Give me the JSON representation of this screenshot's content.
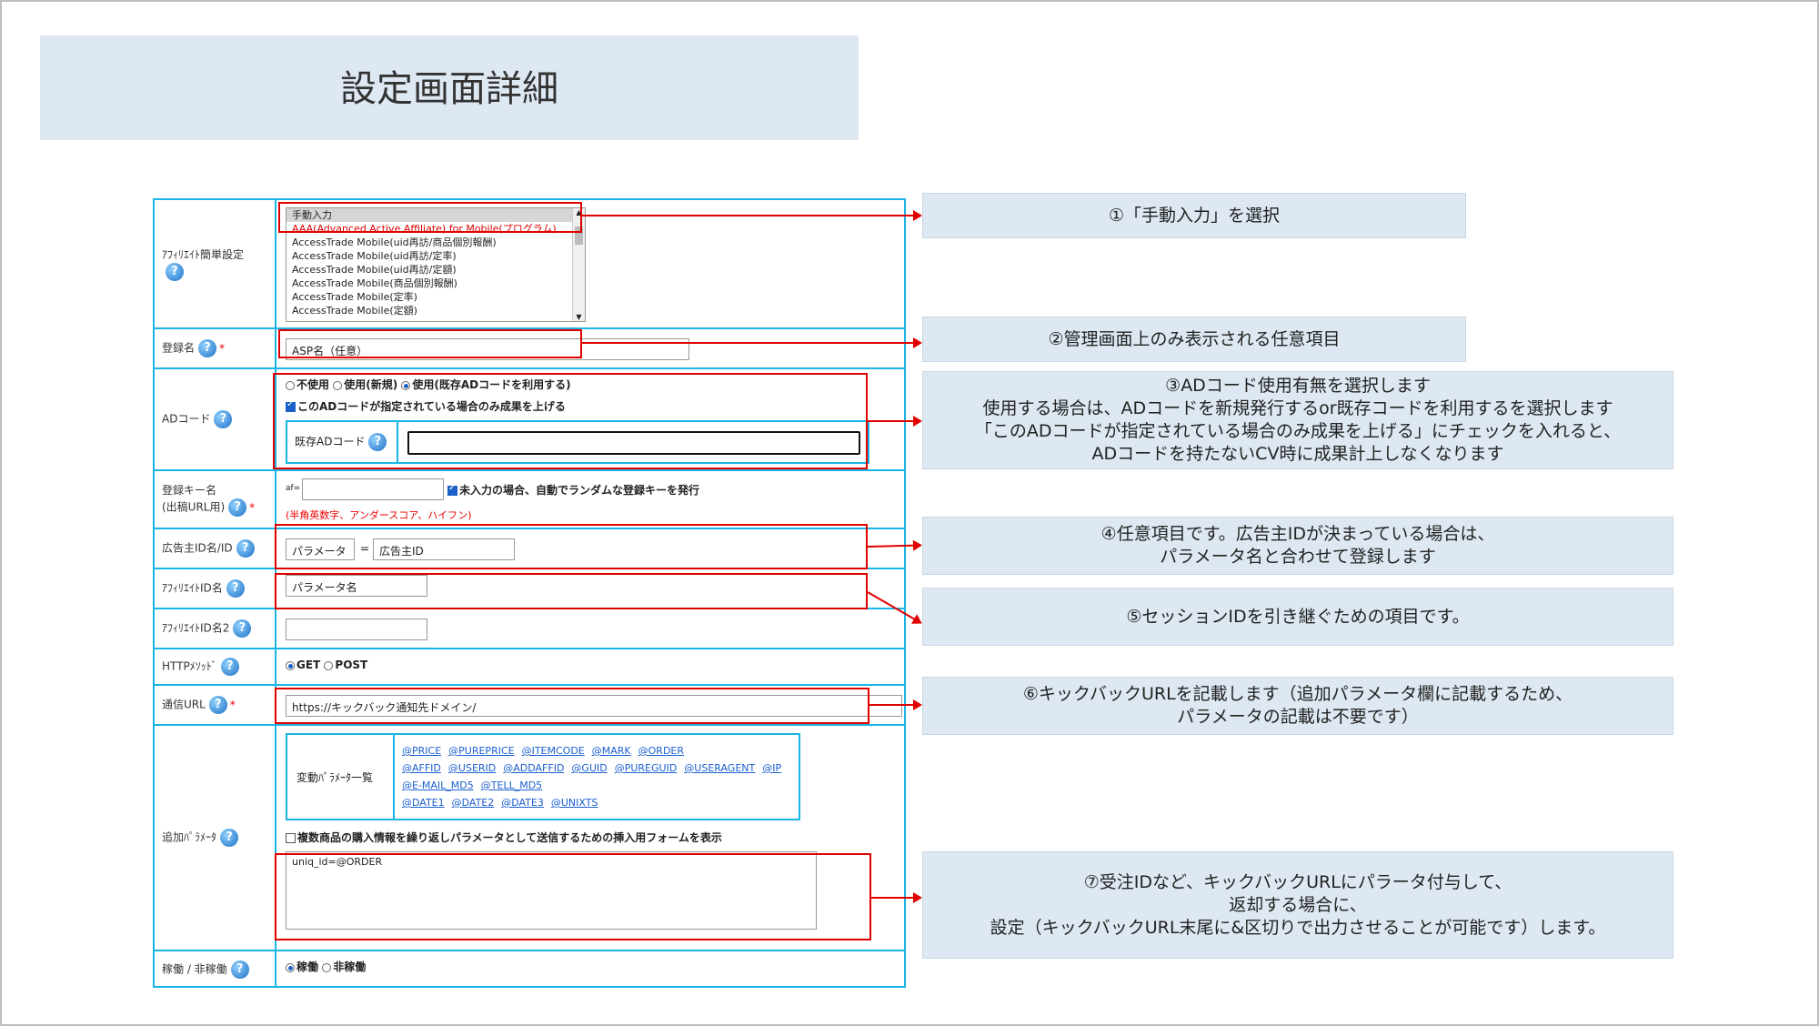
{
  "page_title": "設定画面詳細",
  "form": {
    "affiliate_preset": {
      "label": "ｱﾌｨﾘｴｲﾄ簡単設定",
      "options": [
        "手動入力",
        "AAA(Advanced Active Affiliate) for Mobile(プログラム)",
        "AccessTrade Mobile(uid再訪/商品個別報酬)",
        "AccessTrade Mobile(uid再訪/定率)",
        "AccessTrade Mobile(uid再訪/定額)",
        "AccessTrade Mobile(商品個別報酬)",
        "AccessTrade Mobile(定率)",
        "AccessTrade Mobile(定額)"
      ],
      "selected_index": 0
    },
    "registration_name": {
      "label": "登録名",
      "required_mark": "*",
      "value": "ASP名（任意）"
    },
    "ad_code": {
      "label": "ADコード",
      "radio_options": [
        "不使用",
        "使用(新規)",
        "使用(既存ADコードを利用する)"
      ],
      "selected": 2,
      "checkbox_label": "このADコードが指定されている場合のみ成果を上げる",
      "checkbox_checked": true,
      "existing_label": "既存ADコード",
      "existing_value": ""
    },
    "registration_key": {
      "label_line1": "登録キー名",
      "label_line2": "(出稿URL用)",
      "required_mark": "*",
      "prefix": "af=",
      "value": "",
      "auto_checkbox_label": "未入力の場合、自動でランダムな登録キーを発行",
      "auto_checked": true,
      "hint": "(半角英数字、アンダースコア、ハイフン)"
    },
    "advertiser_id": {
      "label": "広告主ID名/ID",
      "param": "パラメータ",
      "equals": "=",
      "value": "広告主ID"
    },
    "affiliate_id_name": {
      "label": "ｱﾌｨﾘｴｲﾄID名",
      "value": "パラメータ名"
    },
    "affiliate_id_name2": {
      "label": "ｱﾌｨﾘｴｲﾄID名2",
      "value": ""
    },
    "http_method": {
      "label": "HTTPﾒｿｯﾄﾞ",
      "options": [
        "GET",
        "POST"
      ],
      "selected": 0
    },
    "notify_url": {
      "label": "通信URL",
      "required_mark": "*",
      "value": "https://キックバック通知先ドメイン/"
    },
    "extra_params": {
      "label": "追加ﾊﾟﾗﾒｰﾀ",
      "var_list_label": "変動ﾊﾟﾗﾒｰﾀ一覧",
      "vars_line1": [
        "@PRICE",
        "@PUREPRICE",
        "@ITEMCODE",
        "@MARK",
        "@ORDER"
      ],
      "vars_line2": [
        "@AFFID",
        "@USERID",
        "@ADDAFFID",
        "@GUID",
        "@PUREGUID",
        "@USERAGENT",
        "@IP"
      ],
      "vars_line3": [
        "@E-MAIL_MD5",
        "@TELL_MD5"
      ],
      "vars_line4": [
        "@DATE1",
        "@DATE2",
        "@DATE3",
        "@UNIXTS"
      ],
      "repeat_checkbox_label": "複数商品の購入情報を繰り返しパラメータとして送信するための挿入用フォームを表示",
      "repeat_checked": false,
      "textarea_value": "uniq_id=@ORDER"
    },
    "status": {
      "label": "稼働 / 非稼働",
      "options": [
        "稼働",
        "非稼働"
      ],
      "selected": 0
    }
  },
  "notes": {
    "n1": [
      "①「手動入力」を選択"
    ],
    "n2": [
      "②管理画面上のみ表示される任意項目"
    ],
    "n3": [
      "③ADコード使用有無を選択します",
      "使用する場合は、ADコードを新規発行するor既存コードを利用するを選択します",
      "「このADコードが指定されている場合のみ成果を上げる」にチェックを入れると、",
      "ADコードを持たないCV時に成果計上しなくなります"
    ],
    "n4": [
      "④任意項目です。広告主IDが決まっている場合は、",
      "パラメータ名と合わせて登録します"
    ],
    "n5": [
      "⑤セッションIDを引き継ぐための項目です。"
    ],
    "n6": [
      "⑥キックバックURLを記載します（追加パラメータ欄に記載するため、",
      "パラメータの記載は不要です）"
    ],
    "n7": [
      "⑦受注IDなど、キックバックURLにパラータ付与して、",
      "返却する場合に、",
      "設定（キックバックURL末尾に&区切りで出力させることが可能です）します。"
    ]
  },
  "help_icon_glyph": "?",
  "colors": {
    "annotation_red": "#e00000",
    "table_border": "#19b5e5",
    "note_bg": "#dde8f2"
  }
}
